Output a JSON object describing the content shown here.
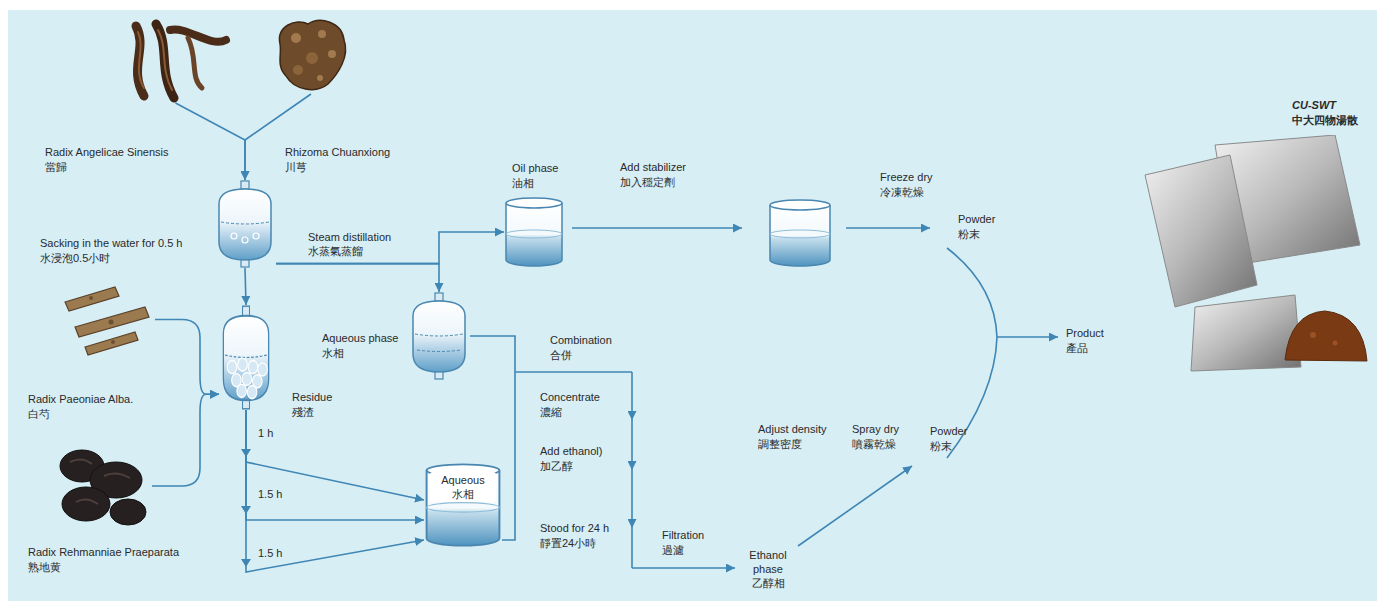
{
  "diagram": {
    "nodes": [
      {
        "text": [
          "Radix Angelicae Sinensis",
          "當歸"
        ]
      },
      {
        "text": [
          "Rhizoma Chuanxiong",
          "川芎"
        ]
      },
      {
        "text": [
          "Sacking in the water for 0.5 h",
          "水浸泡0.5小时"
        ]
      },
      {
        "text": [
          "Residue",
          "殘渣"
        ]
      },
      {
        "text": [
          "Radix Paeoniae Alba.",
          "白芍"
        ]
      },
      {
        "text": [
          "Radix Rehmanniae Praeparata",
          "熟地黄"
        ]
      },
      {
        "text": [
          "Aqueous phase",
          "水相"
        ]
      },
      {
        "text": [
          "Oil phase",
          "油相"
        ]
      },
      {
        "text": [
          "Aqueous",
          "水相"
        ]
      },
      {
        "text": [
          "CU-SWT",
          "中大四物湯散"
        ]
      }
    ],
    "edges": [
      {
        "from": 0,
        "to": 2,
        "arrow": "to"
      },
      {
        "from": 1,
        "to": 2,
        "arrow": "to"
      },
      {
        "from": 2,
        "to": 3,
        "arrow": "to"
      },
      {
        "from": 2,
        "to": 7,
        "arrow": "to"
      },
      {
        "from": 2,
        "to": 6,
        "arrow": "to"
      },
      {
        "from": 4,
        "to": 3,
        "arrow": "to"
      },
      {
        "from": 5,
        "to": 3,
        "arrow": "to"
      },
      {
        "from": 3,
        "to": 8,
        "label": "1 h",
        "arrow": "to"
      },
      {
        "from": 3,
        "to": 8,
        "label": "1.5 h",
        "arrow": "to"
      },
      {
        "from": 3,
        "to": 8,
        "label": "1.5 h",
        "arrow": "to"
      },
      {
        "from": 6,
        "to": 8,
        "arrow": "none"
      }
    ],
    "labels": [
      "Steam distillation",
      "水蒸氣蒸餾",
      "Add stabilizer",
      "加入穩定劑",
      "Freeze dry",
      "冷凍乾燥",
      "Powder",
      "粉末",
      "Combination",
      "合併",
      "Concentrate",
      "濃縮",
      "Add ethanol)",
      "加乙醇",
      "Stood for 24 h",
      "靜置24小時",
      "Filtration",
      "過濾",
      "Ethanol phase",
      "乙醇相",
      "Adjust density",
      "調整密度",
      "Spray dry",
      "噴霧乾燥",
      "Powder",
      "粉末",
      "Product",
      "產品"
    ]
  }
}
